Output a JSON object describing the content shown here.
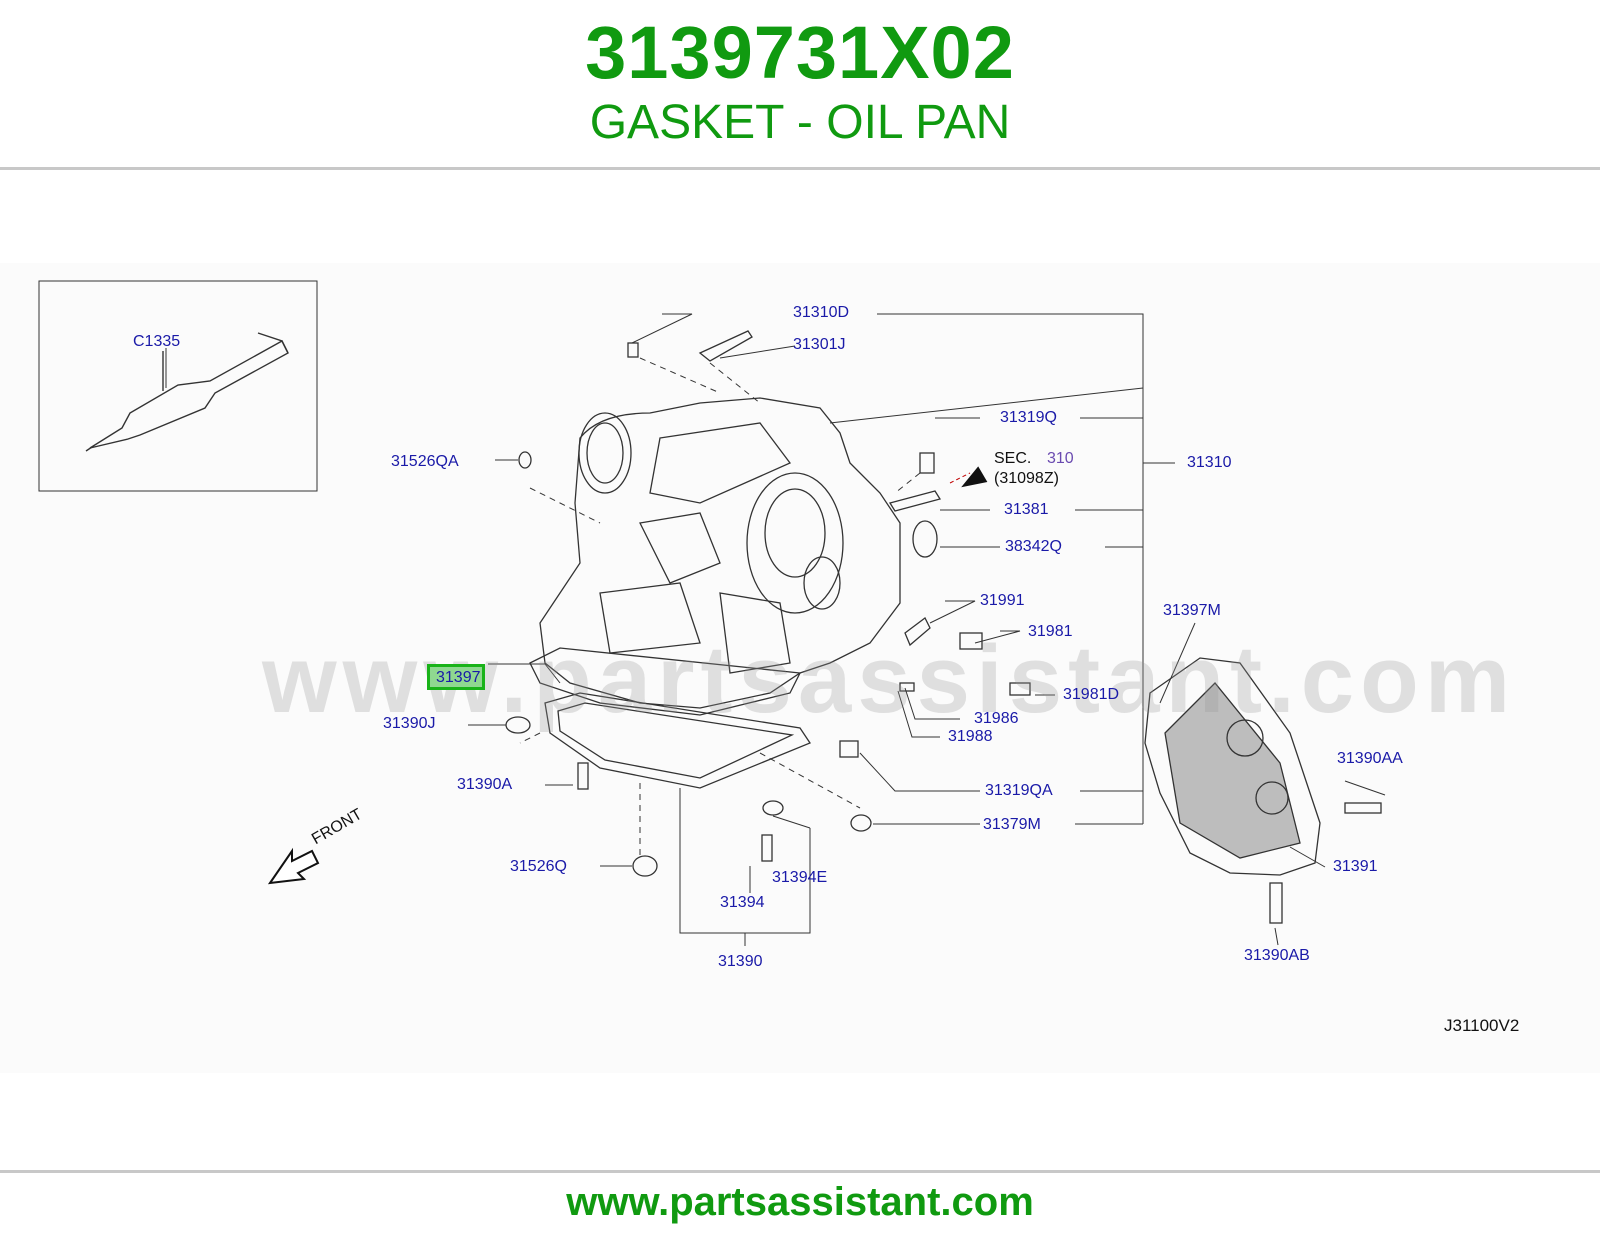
{
  "header": {
    "part_number": "3139731X02",
    "part_name": "GASKET - OIL PAN"
  },
  "diagram": {
    "watermark": "www.partsassistant.com",
    "highlighted_part": "31397",
    "sec_ref": {
      "prefix": "SEC.",
      "number": "310",
      "sub": "(31098Z)"
    },
    "front_label": "FRONT",
    "diagram_code": "J31100V2",
    "labels": {
      "c1335": "C1335",
      "p31310d": "31310D",
      "p31301j": "31301J",
      "p31526qa": "31526QA",
      "p31319q": "31319Q",
      "p31310": "31310",
      "p31381": "31381",
      "p38342q": "38342Q",
      "p31991": "31991",
      "p31981": "31981",
      "p31981d": "31981D",
      "p31986": "31986",
      "p31988": "31988",
      "p31397m": "31397M",
      "p31390j": "31390J",
      "p31390a": "31390A",
      "p31319qa": "31319QA",
      "p31379m": "31379M",
      "p31390aa": "31390AA",
      "p31391": "31391",
      "p31526q": "31526Q",
      "p31394e": "31394E",
      "p31394": "31394",
      "p31390": "31390",
      "p31390ab": "31390AB"
    },
    "colors": {
      "label_blue": "#1a1aa8",
      "brand_green": "#109a10",
      "highlight_border": "#19b319",
      "highlight_fill": "#8fd890"
    }
  },
  "footer": {
    "url": "www.partsassistant.com"
  }
}
